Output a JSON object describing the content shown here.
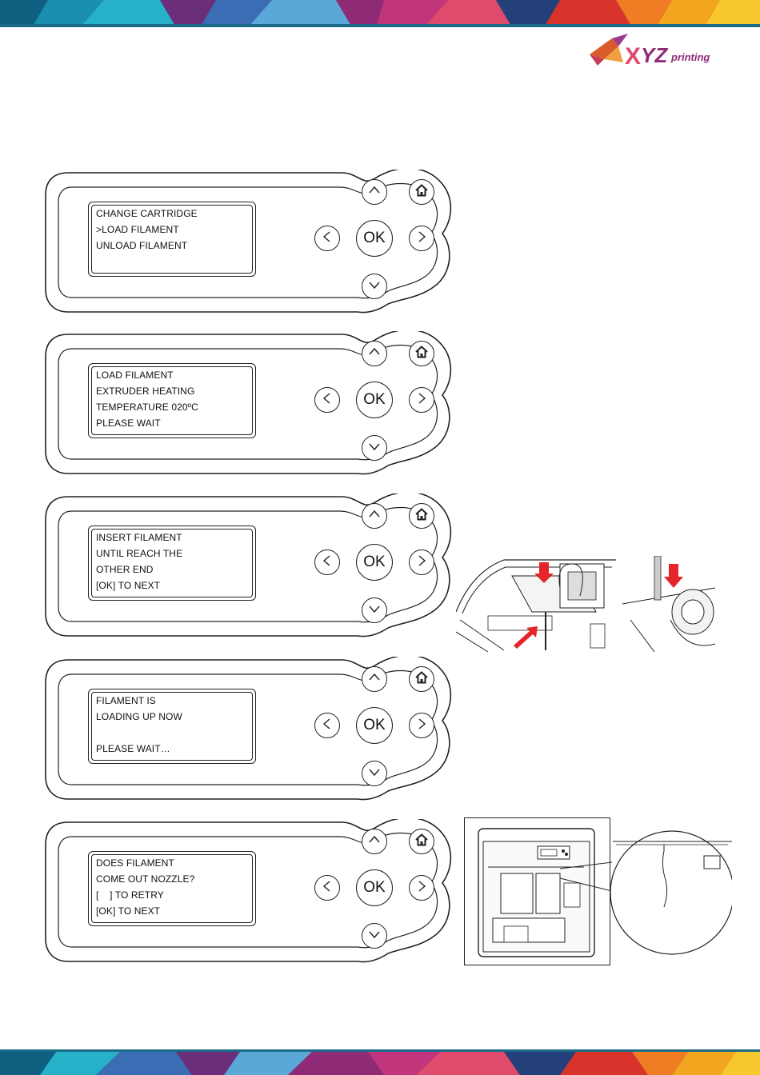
{
  "brand": {
    "logo_text": "XYZprinting",
    "logo_prefix": "X",
    "logo_mid": "YZ",
    "logo_suffix": "printing"
  },
  "buttons": {
    "ok_label": "OK"
  },
  "panels": [
    {
      "lines": [
        "CHANGE CARTRIDGE",
        ">LOAD FILAMENT",
        "UNLOAD FILAMENT",
        ""
      ]
    },
    {
      "lines": [
        "LOAD FILAMENT",
        "EXTRUDER HEATING",
        "TEMPERATURE 020ºC",
        "PLEASE WAIT"
      ]
    },
    {
      "lines": [
        "INSERT FILAMENT",
        "UNTIL REACH THE",
        "OTHER END",
        "[OK] TO NEXT"
      ]
    },
    {
      "lines": [
        "FILAMENT IS",
        "LOADING UP NOW",
        "",
        "PLEASE WAIT…"
      ]
    },
    {
      "lines": [
        "DOES FILAMENT",
        "COME OUT NOZZLE?",
        "[    ] TO RETRY",
        "[OK] TO NEXT"
      ]
    }
  ],
  "colors": {
    "arrow_red": "#e5252a",
    "line": "#222222"
  }
}
